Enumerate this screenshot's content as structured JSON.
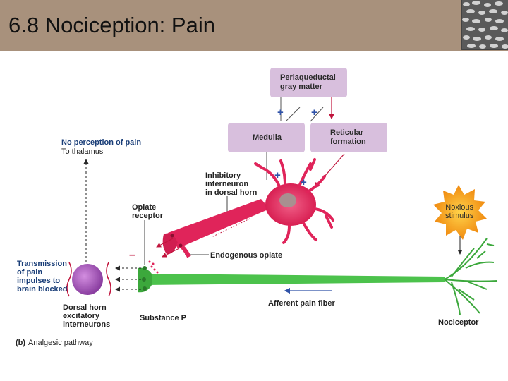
{
  "slide": {
    "title": "6.8 Nociception: Pain"
  },
  "boxes": {
    "pag": "Periaqueductal\ngray matter",
    "medulla": "Medulla",
    "reticular": "Reticular\nformation"
  },
  "labels": {
    "no_perception": "No perception of pain",
    "to_thalamus": "To thalamus",
    "inhibitory": "Inhibitory\ninterneuron\nin dorsal horn",
    "opiate_receptor": "Opiate\nreceptor",
    "endogenous_opiate": "Endogenous opiate",
    "transmission": "Transmission\nof pain\nimpulses to\nbrain blocked",
    "dorsal_horn": "Dorsal horn\nexcitatory\ninterneurons",
    "substance_p": "Substance P",
    "afferent": "Afferent pain fiber",
    "noxious": "Noxious\nstimulus",
    "nociceptor": "Nociceptor",
    "caption_letter": "(b)",
    "caption_text": "Analgesic pathway"
  },
  "signs": {
    "plus": "+",
    "minus": "–"
  },
  "colors": {
    "header": "#a8917c",
    "box": "#d8bfdd",
    "neuron": "#e0245a",
    "fiber": "#4cc24c",
    "interneuron": "#a05ab0",
    "star": "#f6a21a",
    "label_blue": "#1a3e78",
    "plus_blue": "#2f52a8"
  }
}
